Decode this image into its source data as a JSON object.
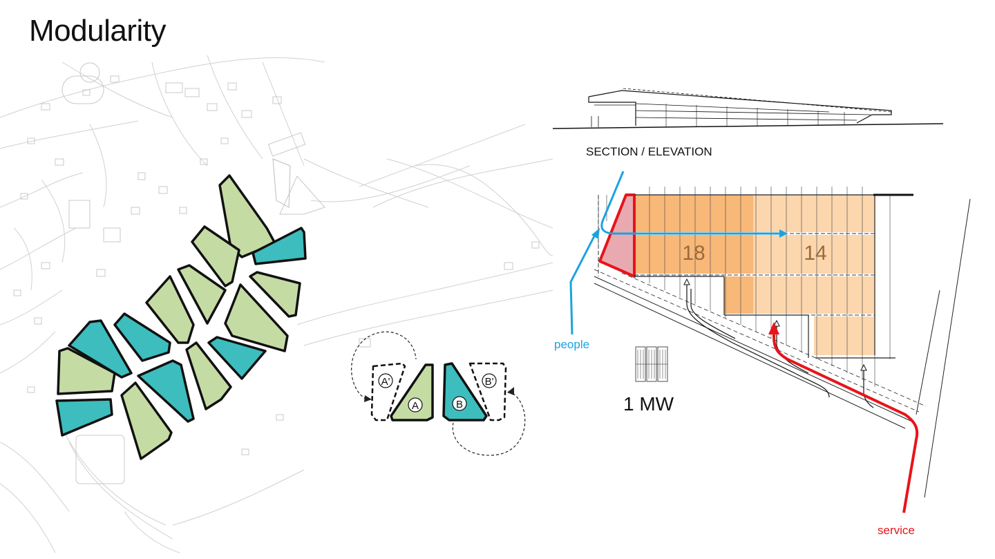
{
  "slide": {
    "title": "Modularity"
  },
  "module_diagram": {
    "labels": [
      "A'",
      "A",
      "B",
      "B'"
    ],
    "colors": {
      "green": "#c5dba4",
      "teal": "#3dbdbd"
    }
  },
  "plan": {
    "section_label": "SECTION / ELEVATION",
    "counts": {
      "left": "18",
      "right": "14"
    },
    "people_label": "people",
    "service_label": "service",
    "power_label": "1 MW",
    "colors": {
      "people": "#1aa3e0",
      "service": "#e8141b",
      "orange_dark": "#f8b878",
      "orange_light": "#fcd6ad",
      "entry": "#e8aab0"
    }
  }
}
